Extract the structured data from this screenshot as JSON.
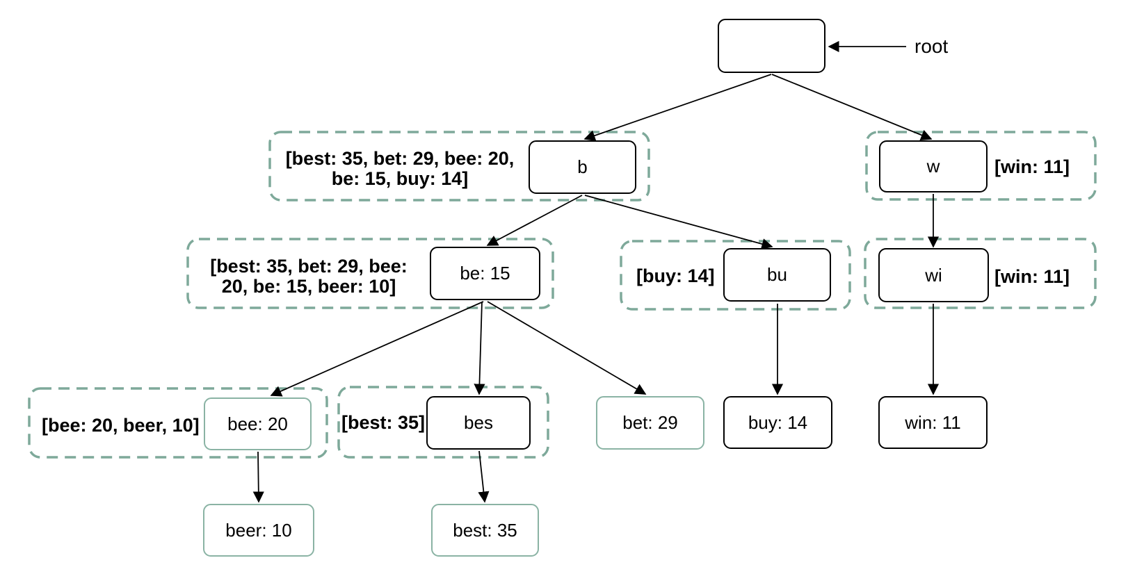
{
  "diagram": {
    "root_pointer_label": "root",
    "nodes": {
      "root": "",
      "b": "b",
      "w": "w",
      "be": "be: 15",
      "bu": "bu",
      "wi": "wi",
      "bee": "bee: 20",
      "bes": "bes",
      "bet": "bet: 29",
      "buy": "buy: 14",
      "win": "win: 11",
      "beer": "beer: 10",
      "best": "best: 35"
    },
    "annotations": {
      "b": "[best: 35, bet: 29, bee: 20, be: 15, buy: 14]",
      "w": "[win: 11]",
      "be": "[best: 35, bet: 29, bee: 20, be: 15, beer: 10]",
      "bu": "[buy: 14]",
      "wi": "[win: 11]",
      "bee": "[bee: 20, beer, 10]",
      "bes": "[best: 35]"
    },
    "colors": {
      "background": "#ffffff",
      "edge": "#000000",
      "node_border": "#000000",
      "highlight_node_border": "#8ab3a4",
      "annotation_dash": "#7ea99a",
      "text": "#000000"
    }
  }
}
